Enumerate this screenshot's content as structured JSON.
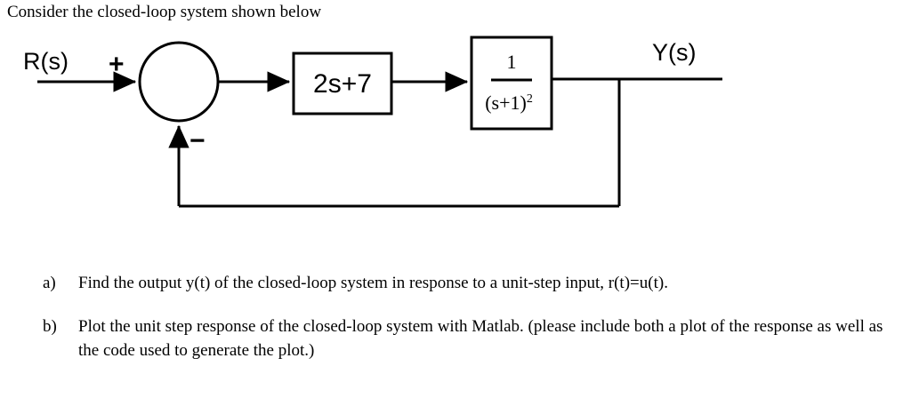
{
  "heading": "Consider the closed-loop system shown below",
  "diagram": {
    "input_label": "R(s)",
    "output_label": "Y(s)",
    "sum_plus_sign": "+",
    "sum_minus_sign": "−",
    "controller_block": {
      "label": "2s+7"
    },
    "plant_block": {
      "numerator": "1",
      "denominator": "(s+1)",
      "denominator_exponent": "2"
    }
  },
  "questions": [
    {
      "marker": "a)",
      "text": "Find the output y(t) of the closed-loop system in response to a unit-step input, r(t)=u(t)."
    },
    {
      "marker": "b)",
      "text": "Plot the unit step response of the closed-loop system with Matlab. (please include both a plot of the response as well as the code used to generate the plot.)"
    }
  ]
}
